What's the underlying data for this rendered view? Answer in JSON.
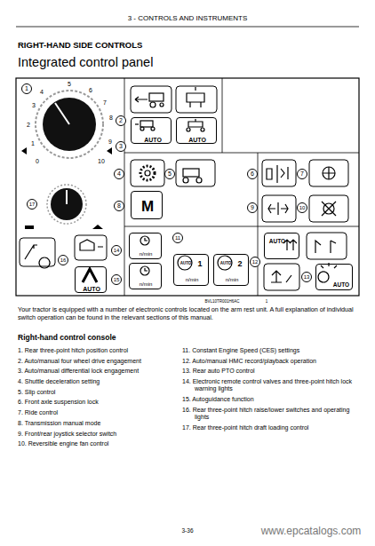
{
  "diagram": {
    "nodes": [
      {
        "text": [
          "AUTO"
        ]
      },
      {
        "text": [
          "AUTO"
        ]
      },
      {
        "text": [
          "M"
        ]
      },
      {
        "text": [
          "n/min"
        ]
      },
      {
        "text": [
          "n/min"
        ]
      },
      {
        "text": [
          "AUTO",
          "1",
          "n/min"
        ]
      },
      {
        "text": [
          "AUTO",
          "2",
          "n/min"
        ]
      },
      {
        "text": [
          "AUTO"
        ]
      },
      {
        "text": [
          "AUTO"
        ]
      },
      {
        "text": [
          "AUTO"
        ]
      }
    ],
    "labels": [
      "3 - CONTROLS AND INSTRUMENTS",
      "RIGHT-HAND SIDE CONTROLS",
      "Integrated control panel",
      "1",
      "2",
      "3",
      "4",
      "5",
      "6",
      "7",
      "8",
      "9",
      "10",
      "11",
      "12",
      "13",
      "14",
      "15",
      "16",
      "17",
      "4",
      "5",
      "6",
      "7",
      "3",
      "2",
      "8",
      "1",
      "9",
      "0",
      "10",
      "BVL10TR001H6AC",
      "1",
      "Your tractor is equipped with a number of electronic controls located on the arm rest unit. A full explanation of individual switch operation can be found in the relevant sections of this manual.",
      "Right-hand control console",
      "1. Rear three-point hitch position control",
      "2. Auto/manual four wheel drive engagement",
      "3. Auto/manual differential lock engagement",
      "4. Shuttle deceleration setting",
      "5. Slip control",
      "6. Front axle suspension lock",
      "7. Ride control",
      "8. Transmission manual mode",
      "9. Front/rear joystick selector switch",
      "10. Reversible engine fan control",
      "11. Constant Engine Speed (CES) settings",
      "12. Auto/manual HMC record/playback operation",
      "13. Rear auto PTO control",
      "14. Electronic remote control valves and three-point hitch lock warning lights",
      "15. Autoguidance function",
      "16. Rear three-point hitch raise/lower switches and operating lights",
      "17. Rear three-point hitch draft loading control",
      "3-36",
      "www.epcatalogs.com"
    ]
  }
}
